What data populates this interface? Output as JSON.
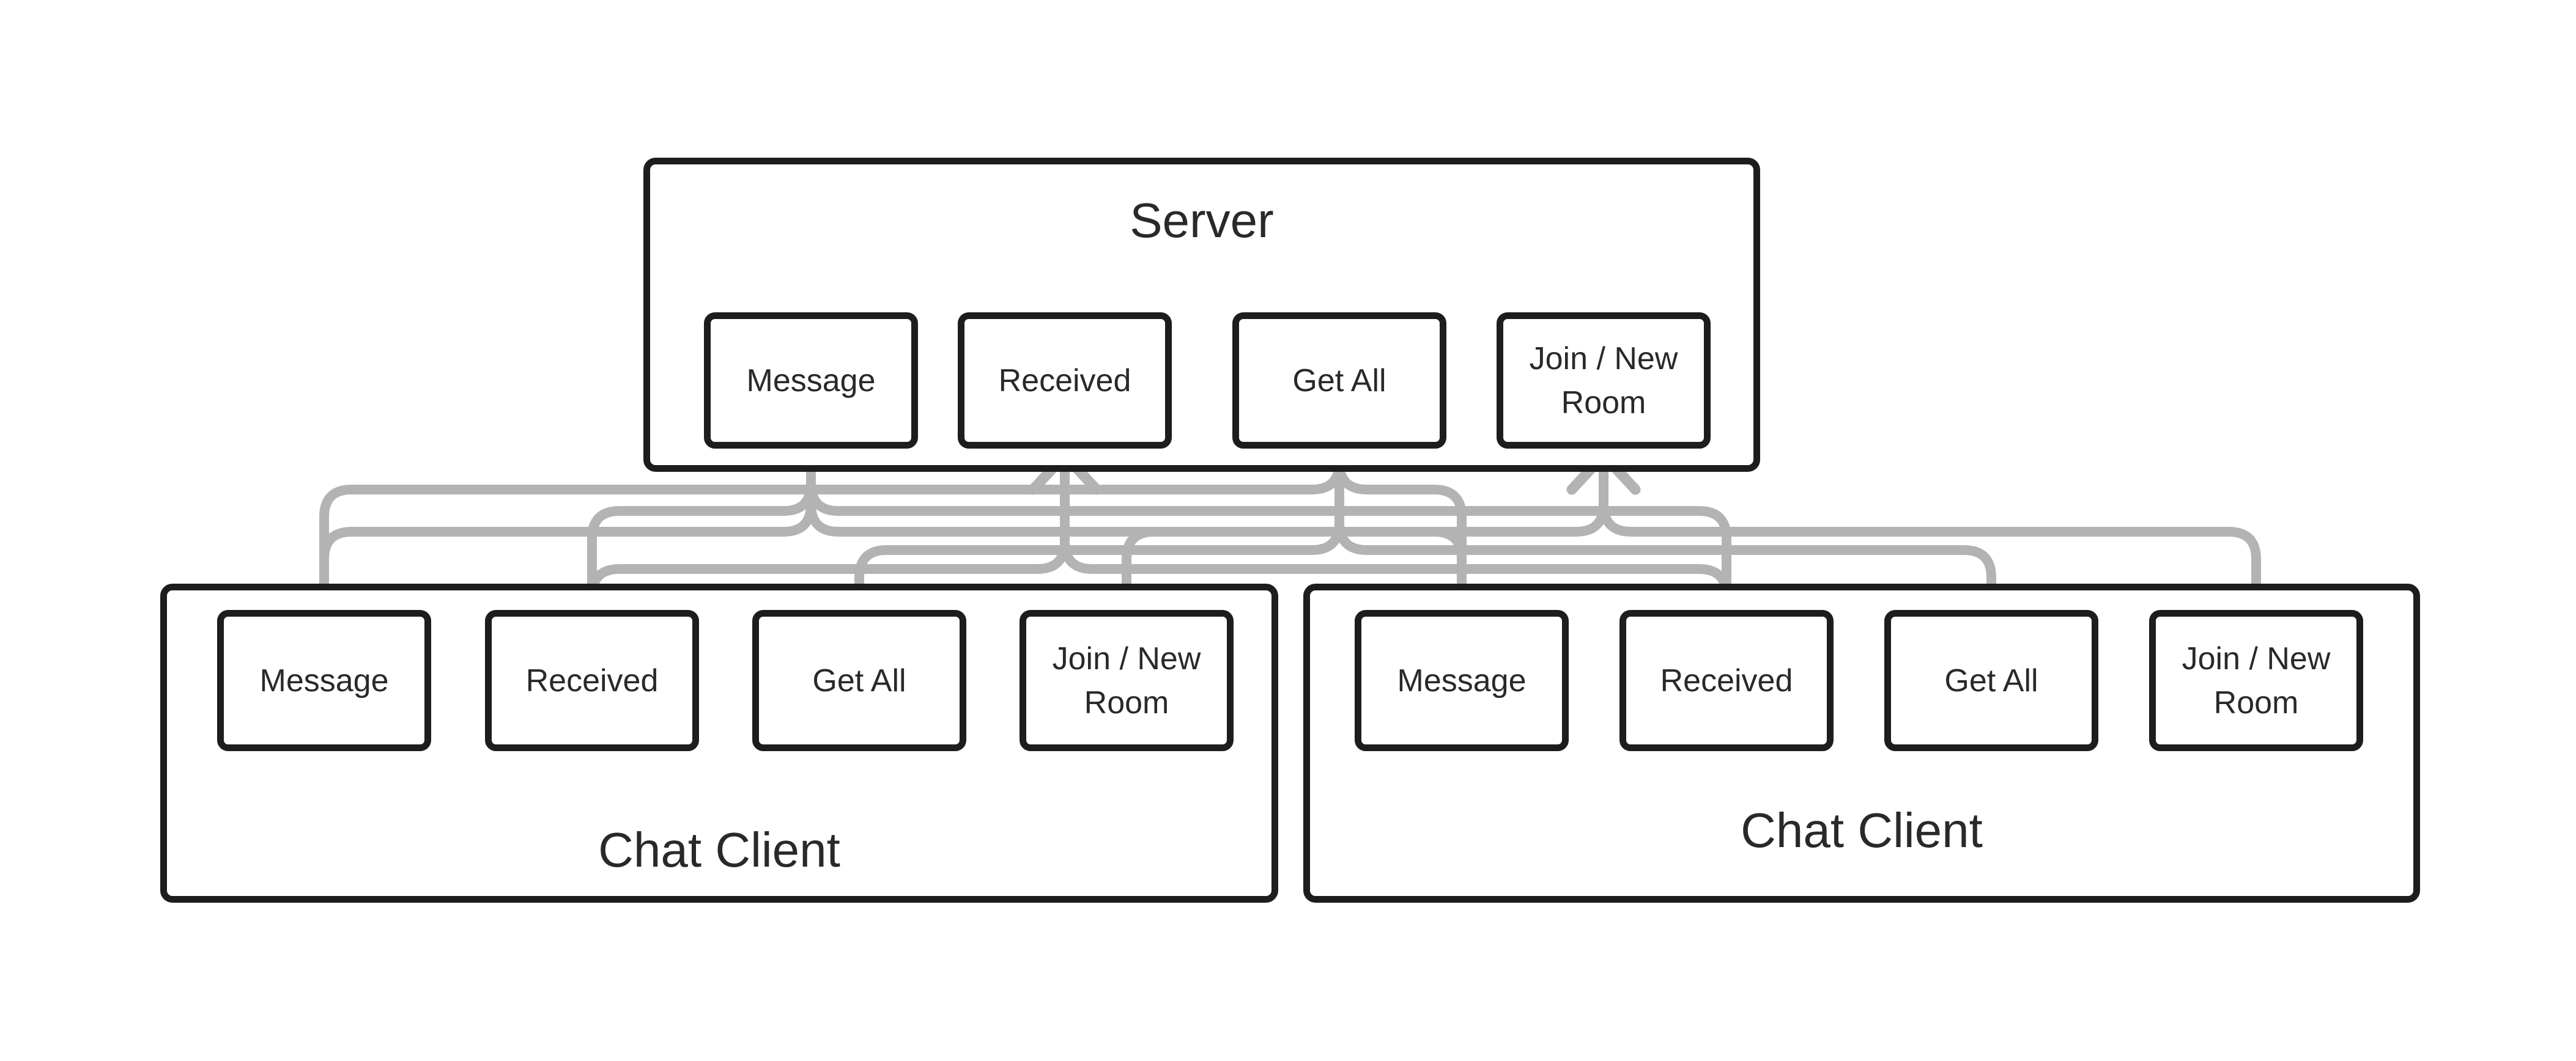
{
  "colors": {
    "background": "#ffffff",
    "node_stroke": "#1d1d1f",
    "text": "#29292b",
    "wire": "#b3b3b3"
  },
  "server": {
    "title": "Server",
    "children": [
      {
        "id": "srv-message",
        "label": "Message"
      },
      {
        "id": "srv-received",
        "label": "Received"
      },
      {
        "id": "srv-get-all",
        "label": "Get All"
      },
      {
        "id": "srv-join-new",
        "label": "Join / New Room"
      }
    ]
  },
  "clients": [
    {
      "id": "client-1",
      "title": "Chat Client",
      "children": [
        {
          "id": "c1-message",
          "label": "Message"
        },
        {
          "id": "c1-received",
          "label": "Received"
        },
        {
          "id": "c1-get-all",
          "label": "Get All"
        },
        {
          "id": "c1-join-new",
          "label": "Join / New Room"
        }
      ]
    },
    {
      "id": "client-2",
      "title": "Chat Client",
      "children": [
        {
          "id": "c2-message",
          "label": "Message"
        },
        {
          "id": "c2-received",
          "label": "Received"
        },
        {
          "id": "c2-get-all",
          "label": "Get All"
        },
        {
          "id": "c2-join-new",
          "label": "Join / New Room"
        }
      ]
    }
  ],
  "edges": [
    {
      "from": "srv-get-all",
      "to": "c1-message",
      "level": 801,
      "arrow": false
    },
    {
      "from": "srv-get-all",
      "to": "c2-message",
      "level": 801,
      "arrow": false
    },
    {
      "from": "srv-message",
      "to": "c1-received",
      "level": 836,
      "arrow": false
    },
    {
      "from": "srv-message",
      "to": "c2-received",
      "level": 836,
      "arrow": false
    },
    {
      "from": "srv-message",
      "to": "c1-message",
      "level": 870,
      "arrow": false
    },
    {
      "from": "srv-message",
      "to": "c2-message",
      "level": 870,
      "arrow": false
    },
    {
      "from": "srv-get-all",
      "to": "c1-get-all",
      "level": 900,
      "arrow": false
    },
    {
      "from": "srv-get-all",
      "to": "c2-get-all",
      "level": 900,
      "arrow": false
    },
    {
      "from": "c1-received",
      "to": "srv-received",
      "level": 931,
      "arrow": true
    },
    {
      "from": "c2-received",
      "to": "srv-received",
      "level": 931,
      "arrow": true
    },
    {
      "from": "c1-join-new",
      "to": "srv-join-new",
      "level": 870,
      "arrow": true
    },
    {
      "from": "c2-join-new",
      "to": "srv-join-new",
      "level": 870,
      "arrow": true
    }
  ]
}
